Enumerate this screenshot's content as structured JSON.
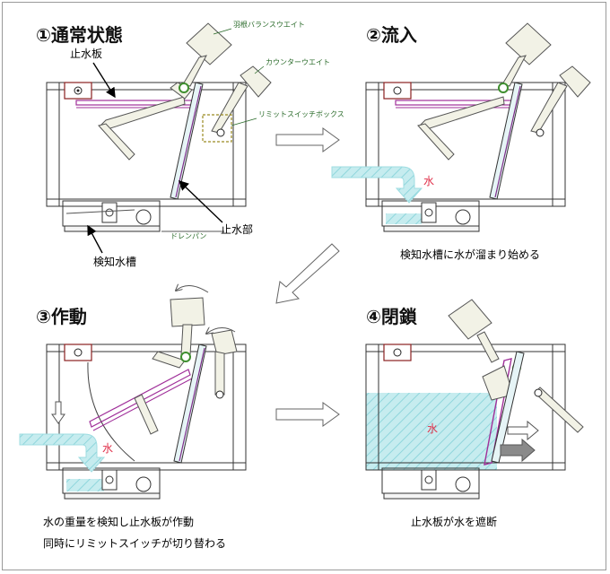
{
  "panels": {
    "p1": {
      "title": "①通常状態"
    },
    "p2": {
      "title": "②流入"
    },
    "p3": {
      "title": "③作動"
    },
    "p4": {
      "title": "④閉鎖"
    }
  },
  "labels": {
    "stop_plate": "止水板",
    "detector_tank": "検知水槽",
    "stop_part": "止水部",
    "water": "水"
  },
  "small_labels": {
    "balance_weight": "羽根バランスウエイト",
    "counter_weight": "カウンターウエイト",
    "limit_switch_box": "リミットスイッチボックス",
    "drain_pan": "ドレンパン"
  },
  "captions": {
    "p2": "検知水槽に水が溜まり始める",
    "p3_line1": "水の重量を検知し止水板が作動",
    "p3_line2": "同時にリミットスイッチが切り替わる",
    "p4": "止水板が水を遮断"
  },
  "colors": {
    "water_fill": "#c6ecef",
    "plate_magenta": "#a0309a",
    "weight_tint": "#f2f2e6",
    "pivot_green": "#3f8f2f"
  }
}
